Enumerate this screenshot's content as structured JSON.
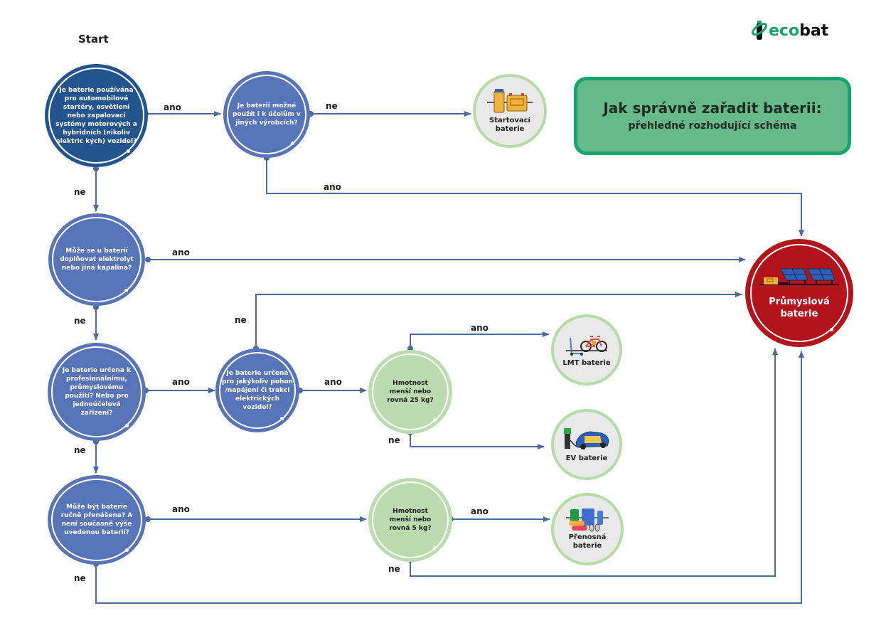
{
  "header": {
    "logo": {
      "eco": "eco",
      "bat": "bat",
      "icon": "battery-swirl-icon"
    },
    "title": "Jak správně zařadit baterii:",
    "subtitle": "přehledné rozhodující schéma"
  },
  "colors": {
    "start_node": "#24548e",
    "question_node": "#5874b8",
    "weight_node": "#bbdcae",
    "result_node_bg": "#e9e9e9",
    "result_node_ring": "#b5dca6",
    "industrial_node": "#b3141b",
    "connector": "#4d6a9e",
    "title_box_bg": "#66b98a",
    "title_box_border": "#13a56a"
  },
  "start_label": "Start",
  "nodes": {
    "q1": "Je baterie používána pro automobilové startéry, osvětlení nebo zapalovací systémy motorových a hybridních (nikoliv elektric kých) vozidel?",
    "q2": "Je baterii možné použít i k účelům v jiných výrobcích?",
    "q3": "Může se u baterií doplňovat elektrolyt nebo jiná kapalina?",
    "q4": "Je baterie určena k profesionálnímu, průmyslovému použití? Nebo pro jednoúčelová zařízení?",
    "q5": "Je baterie určená pro jakýkoliv pohon /napájení či trakci elektrických vozidel?",
    "q6": "Hmotnost menší nebo rovná 25 kg?",
    "q7": "Může být baterie ručně přenášena? A není současně výše uvedenou baterií?",
    "q8": "Hmotnost menší nebo rovná 5 kg?"
  },
  "results": {
    "starter": {
      "label": "Startovací baterie",
      "icon": "starter-battery-icon"
    },
    "lmt": {
      "label": "LMT baterie",
      "icon": "bike-scooter-icon"
    },
    "ev": {
      "label": "EV baterie",
      "icon": "electric-car-icon"
    },
    "portable": {
      "label": "Přenosná baterie",
      "icon": "portable-batteries-icon"
    },
    "industrial": {
      "label": "Průmyslová baterie",
      "icon": "solar-panels-icon"
    }
  },
  "edge_labels": {
    "q1_q2": "ano",
    "q2_starter": "ne",
    "q2_industrial": "ano",
    "q1_q3": "ne",
    "q3_industrial": "ano",
    "q3_q4": "ne",
    "q4_q5": "ano",
    "q5_industrial": "ne",
    "q5_q6": "ano",
    "q6_lmt": "ano",
    "q6_ev": "ne",
    "q4_q7": "ne",
    "q7_q8": "ano",
    "q8_portable": "ano",
    "q8_industrial": "ne",
    "q7_industrial": "ne"
  }
}
